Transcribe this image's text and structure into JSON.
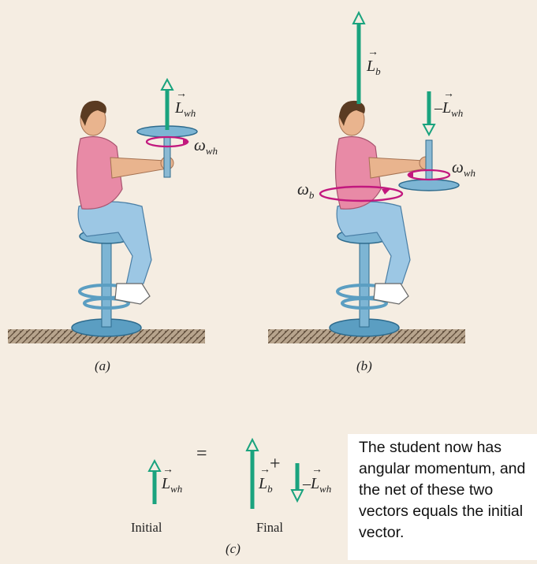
{
  "panels": {
    "a": {
      "caption": "(a)",
      "vector_label": "L",
      "vector_sub": "wh",
      "omega_label": "ω",
      "omega_sub": "wh"
    },
    "b": {
      "caption": "(b)",
      "vector_b_label": "L",
      "vector_b_sub": "b",
      "vector_neg_prefix": "–",
      "vector_neg_label": "L",
      "vector_neg_sub": "wh",
      "omega_wh_label": "ω",
      "omega_wh_sub": "wh",
      "omega_b_label": "ω",
      "omega_b_sub": "b"
    },
    "c": {
      "caption": "(c)",
      "initial_label": "Initial",
      "final_label": "Final",
      "equals": "=",
      "plus": "+"
    }
  },
  "callout": {
    "text": "The student now has angular momentum, and the net of these two vectors equals the initial vector."
  },
  "colors": {
    "vector": "#1aa37e",
    "omega": "#c2187e",
    "shirt": "#e88aa6",
    "pants": "#9cc7e4",
    "stool": "#6aa8c8",
    "background": "#f5ede2"
  }
}
